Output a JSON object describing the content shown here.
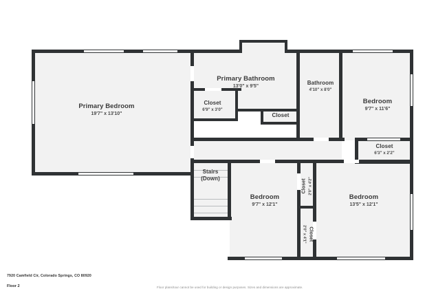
{
  "document": {
    "address": "7920 Camfield Cir, Colorado Springs, CO 80920",
    "floor_label": "Floor 2",
    "disclaimer": "Floor plans/tour cannot be used for building or design purposes. Sizes and dimensions are approximate."
  },
  "colors": {
    "wall": "#2f3234",
    "room_fill": "#f2f2f2",
    "page_background": "#ffffff",
    "label_text": "#3a3a3a",
    "disclaimer_text": "#8a8a8a"
  },
  "rooms": [
    {
      "id": "primary-bedroom",
      "name": "Primary Bedroom",
      "dimensions": "19'7\" x 13'10\""
    },
    {
      "id": "primary-bathroom",
      "name": "Primary Bathroom",
      "dimensions": "13'0\" x 9'5\""
    },
    {
      "id": "bathroom",
      "name": "Bathroom",
      "dimensions": "4'10\" x 8'0\""
    },
    {
      "id": "bedroom-top-right",
      "name": "Bedroom",
      "dimensions": "9'7\" x 11'6\""
    },
    {
      "id": "bedroom-center",
      "name": "Bedroom",
      "dimensions": "9'7\" x 12'1\""
    },
    {
      "id": "bedroom-bottom-right",
      "name": "Bedroom",
      "dimensions": "13'5\" x 12'1\""
    },
    {
      "id": "closet-primary",
      "name": "Closet",
      "dimensions": "6'9\" x 3'0\""
    },
    {
      "id": "closet-hall",
      "name": "Closet",
      "dimensions": ""
    },
    {
      "id": "closet-right",
      "name": "Closet",
      "dimensions": "6'3\" x 2'2\""
    },
    {
      "id": "closet-upper-mid",
      "name": "Closet",
      "dimensions": "2'0\" x 4'2\""
    },
    {
      "id": "closet-lower-mid",
      "name": "Closet",
      "dimensions": "2'0\" x 4'1\""
    },
    {
      "id": "stairs",
      "name": "Stairs",
      "dimensions": "(Down)"
    }
  ]
}
